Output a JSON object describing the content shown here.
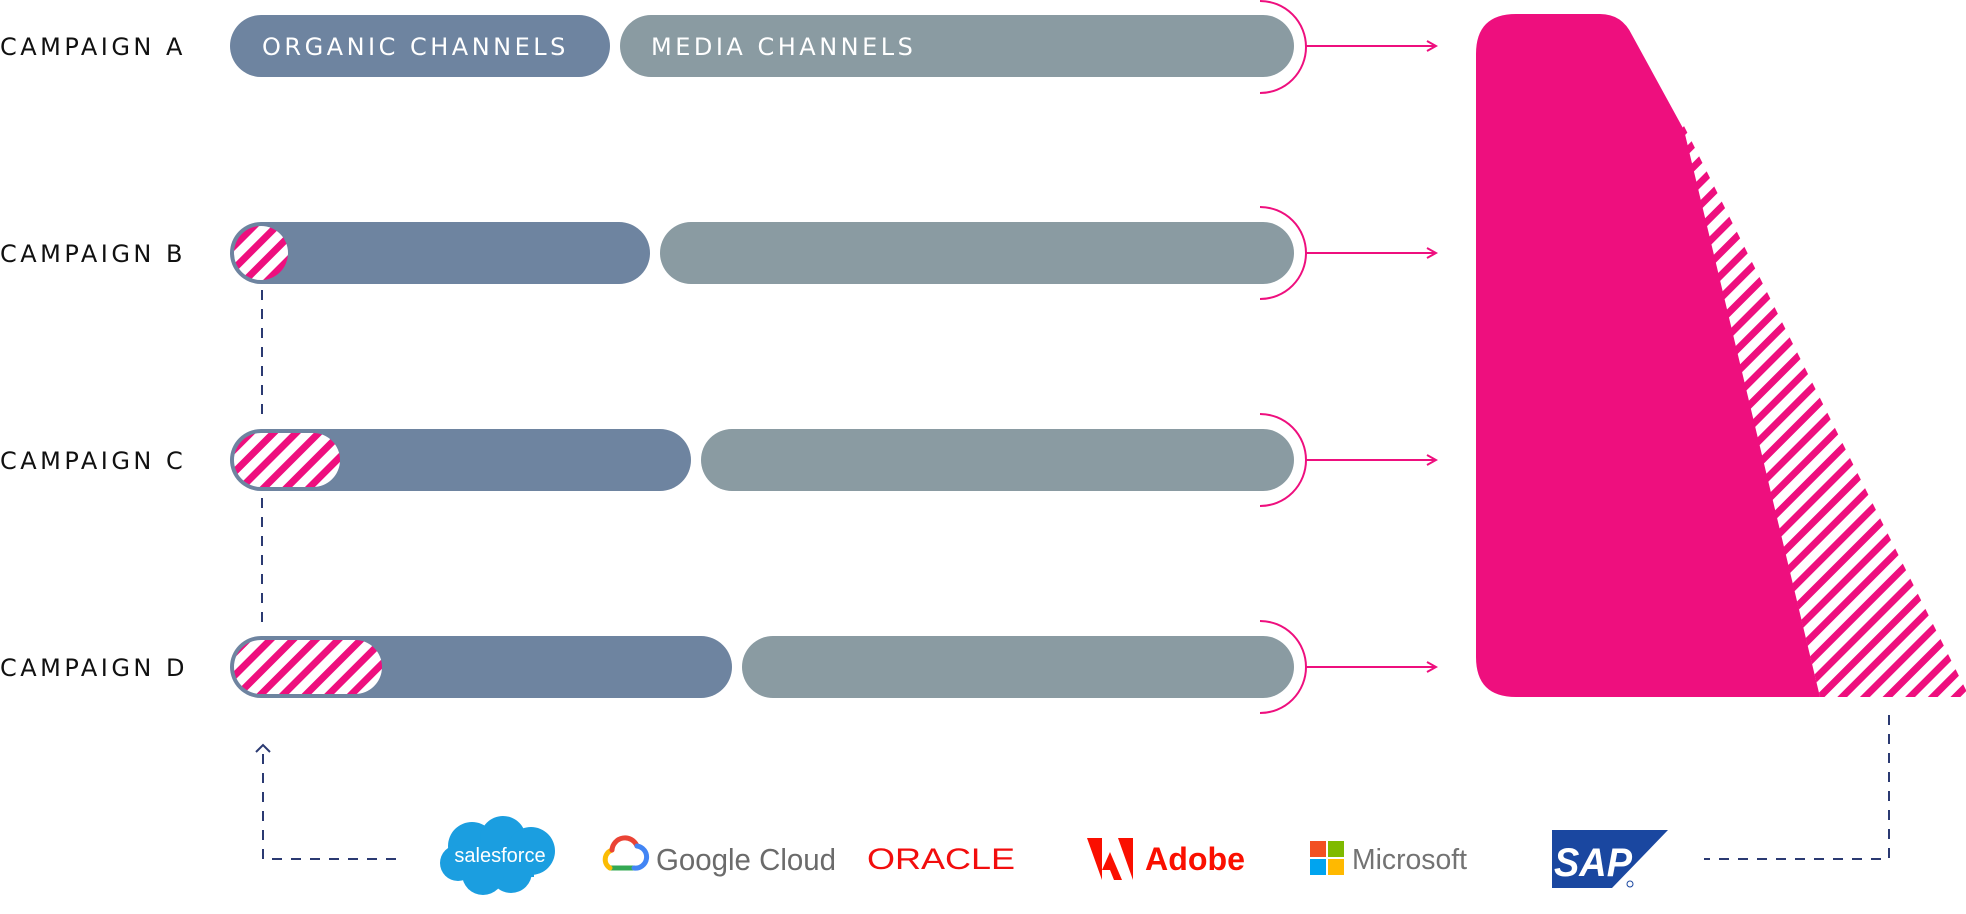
{
  "campaigns": [
    {
      "label": "CAMPAIGN A",
      "organic_label": "ORGANIC CHANNELS",
      "media_label": "MEDIA CHANNELS"
    },
    {
      "label": "CAMPAIGN B",
      "organic_label": "",
      "media_label": ""
    },
    {
      "label": "CAMPAIGN C",
      "organic_label": "",
      "media_label": ""
    },
    {
      "label": "CAMPAIGN D",
      "organic_label": "",
      "media_label": ""
    }
  ],
  "logos": {
    "salesforce": "salesforce",
    "google_cloud": "Google Cloud",
    "oracle": "ORACLE",
    "adobe": "Adobe",
    "microsoft": "Microsoft",
    "sap": "SAP"
  },
  "colors": {
    "organic": "#6e84a0",
    "media": "#8a9ba2",
    "accent": "#ee0f7e",
    "dashed_line": "#2b3a72",
    "salesforce": "#1b9ee0",
    "oracle": "#f20d0d",
    "adobe": "#fa0f00",
    "microsoft_text": "#737373",
    "sap": "#1a47a0",
    "google_text": "#6b6b6b"
  }
}
